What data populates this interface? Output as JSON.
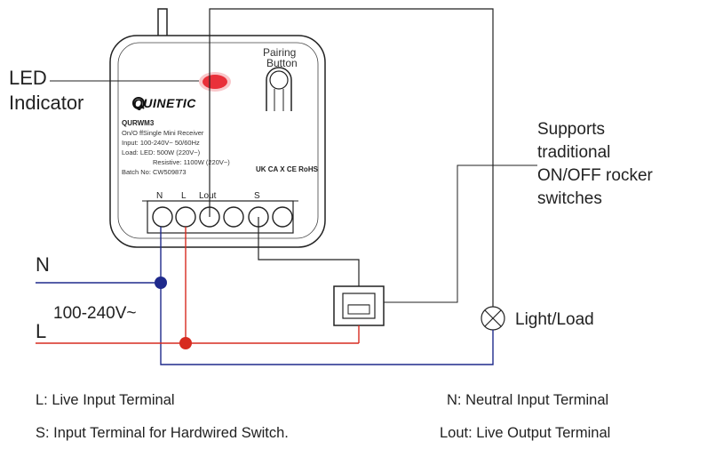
{
  "callouts": {
    "led_line1": "LED",
    "led_line2": "Indicator",
    "pairing_line1": "Pairing",
    "pairing_line2": "Button",
    "supports_line1": "Supports",
    "supports_line2": "traditional",
    "supports_line3": "ON/OFF rocker",
    "supports_line4": "switches",
    "light_load": "Light/Load"
  },
  "device": {
    "brand": "QUINETIC",
    "model": "QURWM3",
    "desc": "On/O ffSingle Mini Receiver",
    "input": "Input: 100-240V~ 50/60Hz",
    "load_led": "Load: LED: 500W (220V~)",
    "load_res": "Resistive: 1100W (220V~)",
    "batch": "Batch No: CW509873",
    "certs": "UK CA  X  CE RoHS",
    "terminals": [
      "N",
      "L",
      "Lout",
      "S"
    ]
  },
  "supply": {
    "neutral": "N",
    "live": "L",
    "voltage": "100-240V~"
  },
  "legend": {
    "l": "L: Live Input Terminal",
    "n": "N: Neutral Input Terminal",
    "s": "S: Input Terminal for Hardwired Switch.",
    "lout": "Lout: Live Output Terminal"
  },
  "colors": {
    "neutral_wire": "#1f2a8c",
    "live_wire": "#d72b20",
    "led": "#e8202a",
    "line": "#222222"
  }
}
